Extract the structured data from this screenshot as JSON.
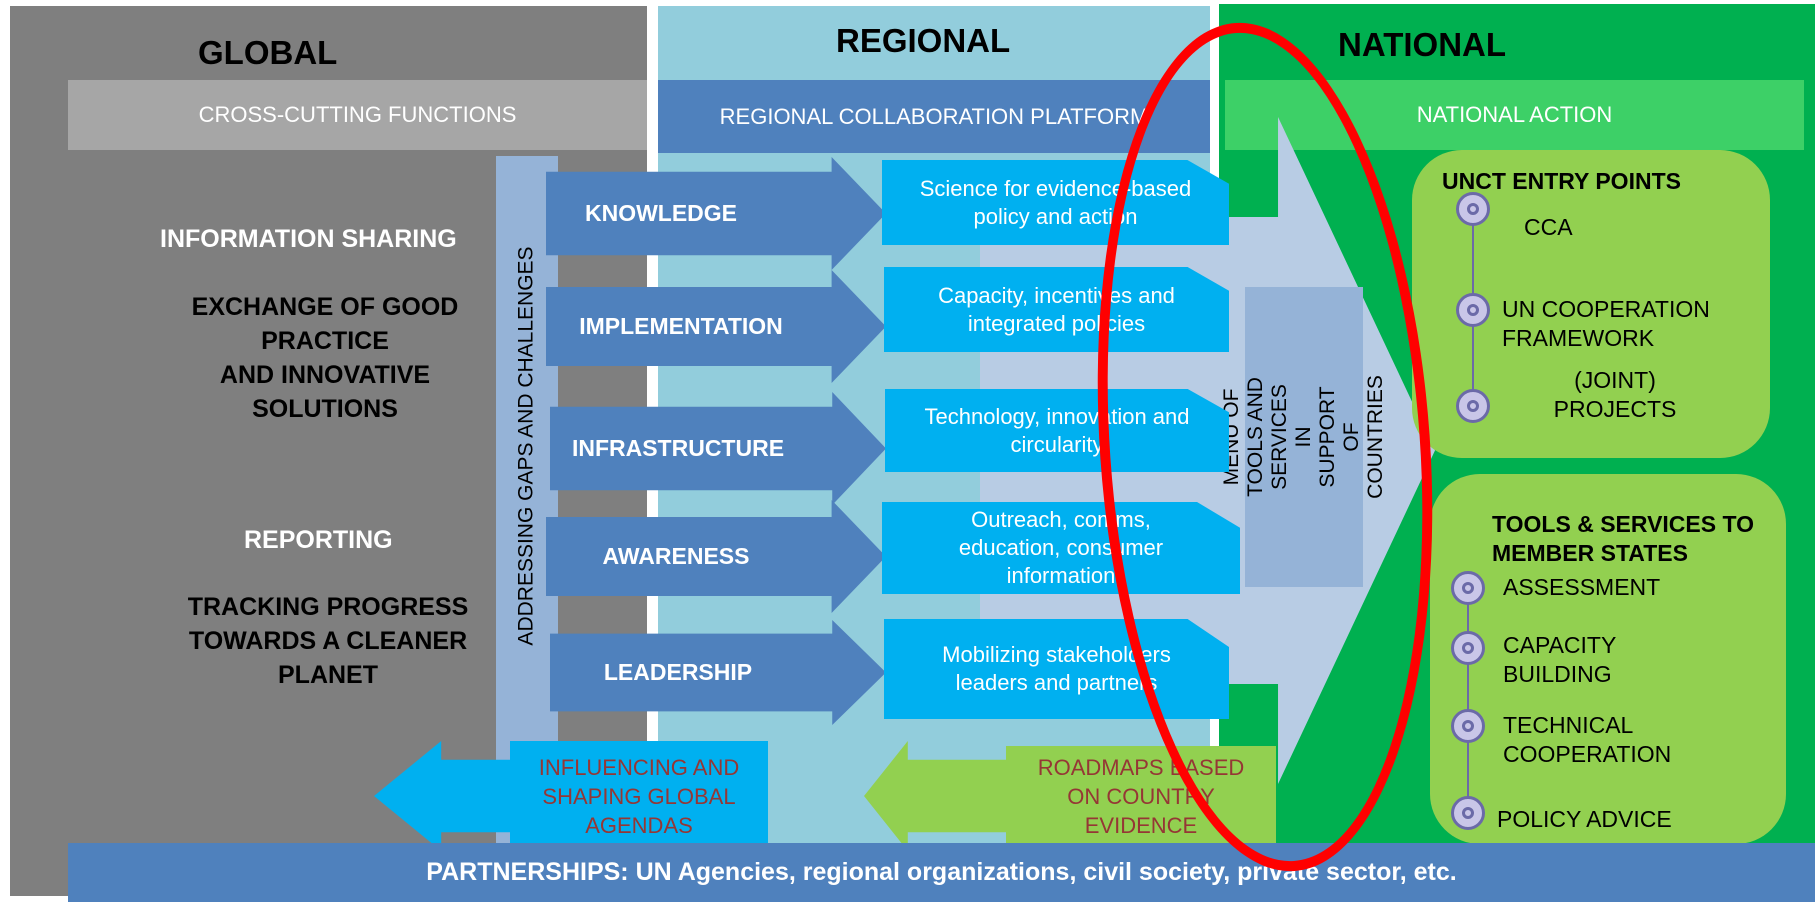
{
  "colors": {
    "global_panel": "#7f7f7f",
    "regional_panel": "#92cddc",
    "national_panel": "#00b050",
    "platform_bar": "#4f81bd",
    "cyan_box": "#00b0f0",
    "light_green": "#92d050",
    "partnership_bar": "#4f81bd",
    "highlight_ring": "#ff0000",
    "roadmap_text": "#953735"
  },
  "global": {
    "title": "GLOBAL",
    "cross_cutting": "CROSS-CUTTING FUNCTIONS",
    "info_sharing": "INFORMATION SHARING",
    "exchange": "EXCHANGE OF GOOD PRACTICE\nAND INNOVATIVE SOLUTIONS",
    "reporting": "REPORTING",
    "tracking": "TRACKING PROGRESS TOWARDS A CLEANER PLANET",
    "gaps_label": "ADDRESSING GAPS AND CHALLENGES",
    "influencing": "INFLUENCING AND SHAPING GLOBAL AGENDAS"
  },
  "regional": {
    "title": "REGIONAL",
    "platform": "REGIONAL COLLABORATION PLATFORM",
    "functions": [
      {
        "label": "KNOWLEDGE",
        "detail": "Science for evidence-based policy and action"
      },
      {
        "label": "IMPLEMENTATION",
        "detail": "Capacity, incentives and integrated policies"
      },
      {
        "label": "INFRASTRUCTURE",
        "detail": "Technology, innovation and circularity"
      },
      {
        "label": "AWARENESS",
        "detail": "Outreach, comms, education,  consumer information"
      },
      {
        "label": "LEADERSHIP",
        "detail": "Mobilizing stakeholders leaders and partners"
      }
    ],
    "roadmaps": "ROADMAPS BASED ON COUNTRY EVIDENCE",
    "menu_label": "MENU OF TOOLS AND SERVICES IN SUPPORT OF COUNTRIES"
  },
  "national": {
    "title": "NATIONAL",
    "action": "NATIONAL ACTION",
    "unct_title": "UNCT ENTRY POINTS",
    "unct_items": [
      "CCA",
      "UN COOPERATION FRAMEWORK",
      "(JOINT) PROJECTS"
    ],
    "tools_title": "TOOLS &  SERVICES TO MEMBER STATES",
    "tools_items": [
      "ASSESSMENT",
      "CAPACITY BUILDING",
      "TECHNICAL COOPERATION",
      "POLICY ADVICE"
    ]
  },
  "partnerships": "PARTNERSHIPS: UN Agencies, regional organizations, civil society, private sector, etc."
}
